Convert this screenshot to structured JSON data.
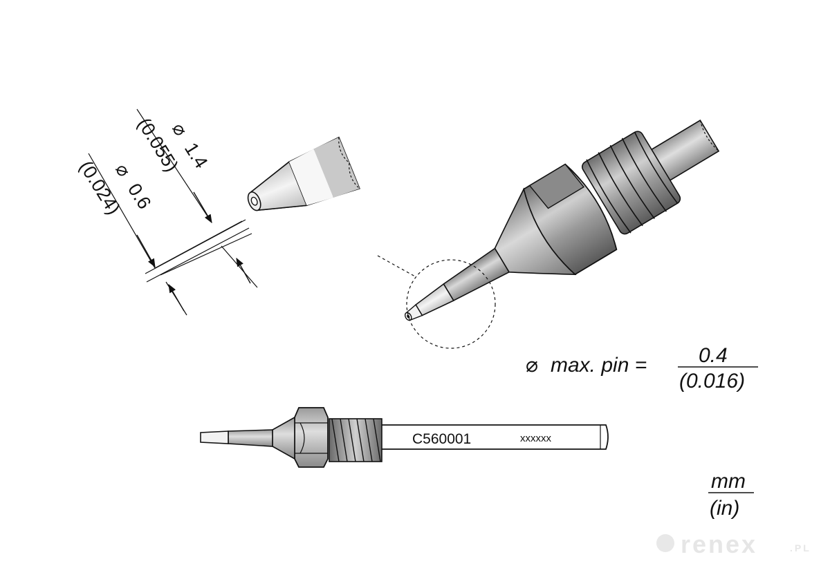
{
  "dimensions": {
    "outer_dia": "1.4",
    "outer_dia_in": "(0.055)",
    "inner_dia": "0.6",
    "inner_dia_in": "(0.024)",
    "diameter_symbol": "⌀"
  },
  "max_pin": {
    "label": "max. pin =",
    "value_mm": "0.4",
    "value_in": "(0.016)"
  },
  "part": {
    "code": "C560001",
    "serial": "xxxxxx"
  },
  "units": {
    "primary": "mm",
    "secondary": "(in)"
  },
  "watermark": {
    "text": "renex",
    "suffix": ".PL"
  },
  "colors": {
    "metal_dark": "#8c8c8c",
    "metal_mid": "#b4b4b4",
    "metal_light": "#e2e2e2",
    "line": "#111111"
  }
}
